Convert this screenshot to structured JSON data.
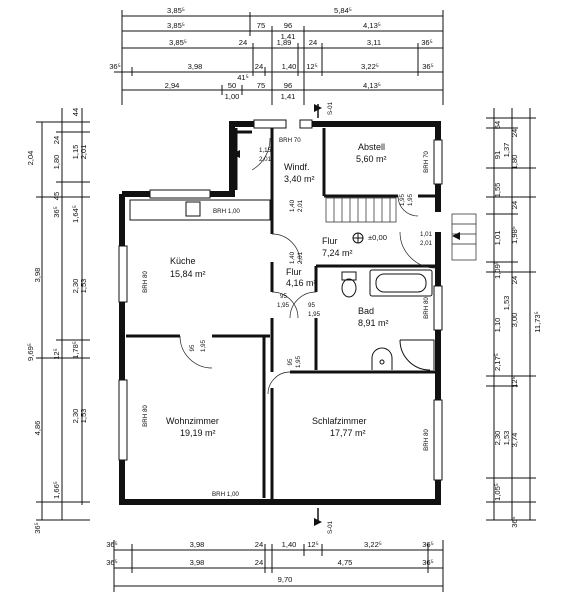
{
  "dims_top": {
    "r1": [
      "3,85⁵",
      "5,84⁵"
    ],
    "r2": [
      "3,85⁵",
      "75",
      "96",
      "4,13⁵",
      "1,41"
    ],
    "r3": [
      "3,85⁵",
      "24",
      "1,89",
      "24",
      "3,11",
      "36⁵"
    ],
    "r4": [
      "36⁵",
      "3,98",
      "24",
      "41⁵",
      "1,40",
      "12⁵",
      "3,22⁵",
      "36⁵"
    ],
    "r5": [
      "2,94",
      "50",
      "75",
      "96",
      "4,13⁵",
      "1,00",
      "1,41"
    ]
  },
  "dims_bottom": {
    "r1": [
      "36⁵",
      "3,98",
      "24",
      "1,40",
      "12⁵",
      "3,22⁵",
      "36⁵"
    ],
    "r2": [
      "36⁵",
      "3,98",
      "24",
      "4,75",
      "36⁵"
    ],
    "total": "9,70"
  },
  "dims_left": {
    "c1": [
      "2,04",
      "3,98",
      "9,69⁵",
      "4,86",
      "36⁵"
    ],
    "c2": [
      "24",
      "1,80",
      "45",
      "36⁵",
      "12⁵",
      "1,66⁵"
    ],
    "c3": [
      "44",
      "1,15",
      "2,01",
      "1,64⁵",
      "2,30",
      "1,53",
      "1,78⁵",
      "2,30",
      "1,53"
    ]
  },
  "dims_right": {
    "c1": [
      "54",
      "24",
      "1,37",
      "91",
      "1,80",
      "1,55",
      "24",
      "1,01",
      "1,98⁵",
      "1,09⁵",
      "24",
      "1,53",
      "1,10",
      "3,00",
      "2,17⁵",
      "12⁵",
      "2,30",
      "1,53",
      "3,74",
      "1,05⁵",
      "36⁵"
    ],
    "total": "11,73⁵"
  },
  "rooms": [
    {
      "name": "Abstell",
      "area": "5,60 m²"
    },
    {
      "name": "Windf.",
      "area": "3,40 m²"
    },
    {
      "name": "Küche",
      "area": "15,84 m²"
    },
    {
      "name": "Flur",
      "area": "7,24 m²"
    },
    {
      "name": "Flur",
      "area": "4,16 m²"
    },
    {
      "name": "Bad",
      "area": "8,91 m²"
    },
    {
      "name": "Wohnzimmer",
      "area": "19,19 m²"
    },
    {
      "name": "Schlafzimmer",
      "area": "17,77 m²"
    }
  ],
  "labels": {
    "section_top": "S-01",
    "section_bottom": "S-01",
    "level": "±0,00",
    "brh70a": "BRH 70",
    "brh70b": "BRH 70",
    "brh100a": "BRH 1,00",
    "brh100b": "BRH 1,00",
    "brh80a": "BRH 80",
    "brh80b": "BRH 80",
    "brh80c": "BRH 80",
    "brh80d": "BRH 80"
  },
  "door_labels": {
    "d1": [
      "1,15",
      "2,01"
    ],
    "d2": [
      "1,40",
      "2,01"
    ],
    "d3": [
      "1,40",
      "2,01"
    ],
    "d4": [
      "95",
      "1,95"
    ],
    "d5": [
      "95",
      "1,95"
    ],
    "d6": [
      "95",
      "1,95"
    ],
    "d7": [
      "95",
      "1,95"
    ],
    "d8": [
      "1,01",
      "2,01"
    ],
    "d9": [
      "1,95",
      "1,95"
    ]
  }
}
